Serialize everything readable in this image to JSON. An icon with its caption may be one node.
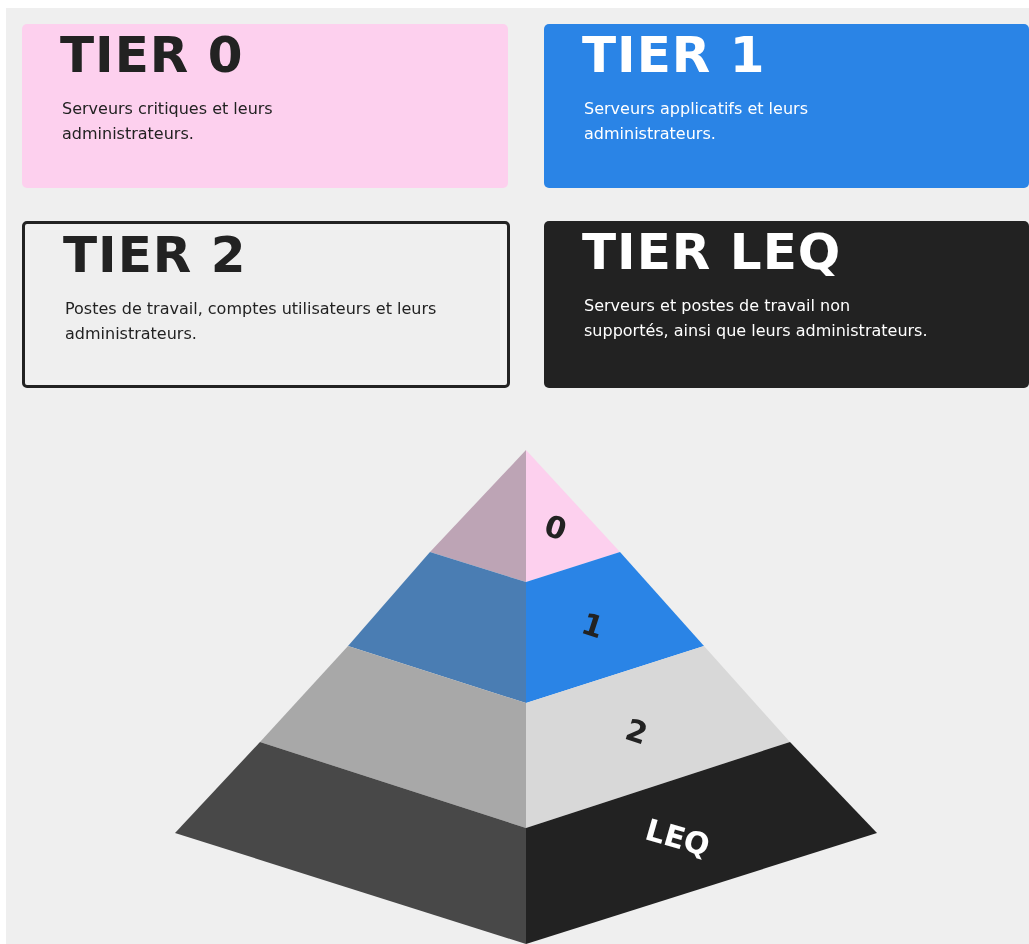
{
  "diagram": {
    "nodes": [
      {
        "text": [
          "TIER 0",
          "Serveurs critiques et leurs administrateurs."
        ]
      },
      {
        "text": [
          "TIER 1",
          "Serveurs applicatifs et leurs administrateurs."
        ]
      },
      {
        "text": [
          "TIER 2",
          "Postes de travail, comptes utilisateurs et leurs administrateurs."
        ]
      },
      {
        "text": [
          "TIER LEQ",
          "Serveurs et postes de travail non supportés, ainsi que leurs administrateurs."
        ]
      },
      {
        "text": [
          "0"
        ]
      },
      {
        "text": [
          "1"
        ]
      },
      {
        "text": [
          "2"
        ]
      },
      {
        "text": [
          "LEQ"
        ]
      }
    ]
  }
}
